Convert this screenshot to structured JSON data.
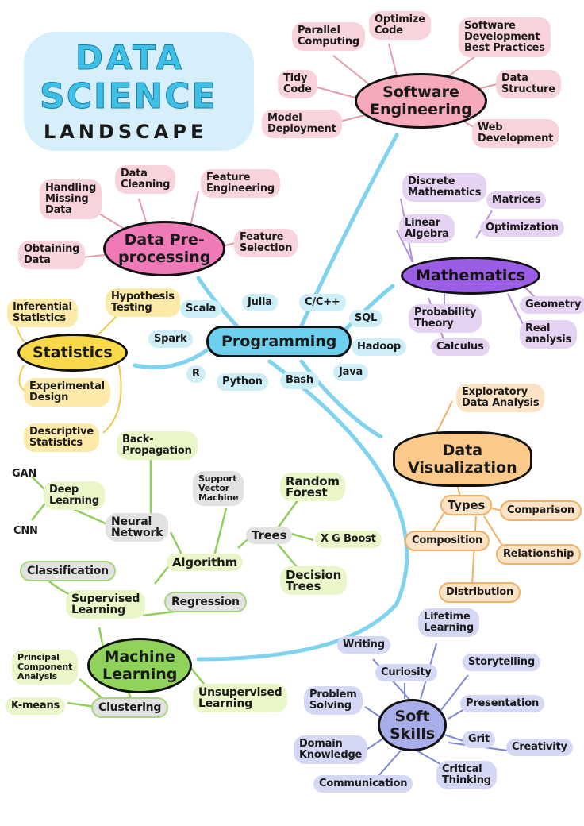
{
  "title": {
    "line1": "DATA",
    "line2": "SCIENCE",
    "line3": "LANDSCAPE"
  },
  "software": {
    "main": "Software\nEngineering",
    "items": [
      "Parallel\nComputing",
      "Optimize\nCode",
      "Software\nDevelopment\nBest Practices",
      "Tidy\nCode",
      "Data\nStructure",
      "Model\nDeployment",
      "Web\nDevelopment"
    ]
  },
  "prep": {
    "main": "Data Pre-\nprocessing",
    "items": [
      "Handling\nMissing\nData",
      "Data\nCleaning",
      "Feature\nEngineering",
      "Obtaining\nData",
      "Feature\nSelection"
    ]
  },
  "math": {
    "main": "Mathematics",
    "items": [
      "Discrete\nMathematics",
      "Matrices",
      "Linear\nAlgebra",
      "Optimization",
      "Probability\nTheory",
      "Geometry",
      "Calculus",
      "Real\nanalysis"
    ]
  },
  "stats": {
    "main": "Statistics",
    "items": [
      "Inferential\nStatistics",
      "Hypothesis\nTesting",
      "Experimental\nDesign",
      "Descriptive\nStatistics"
    ]
  },
  "prog": {
    "main": "Programming",
    "items": [
      "Scala",
      "Julia",
      "C/C++",
      "SQL",
      "Spark",
      "Hadoop",
      "R",
      "Python",
      "Bash",
      "Java"
    ]
  },
  "viz": {
    "main": "Data\nVisualization",
    "items": [
      "Exploratory\nData Analysis",
      "Types",
      "Comparison",
      "Composition",
      "Relationship",
      "Distribution"
    ]
  },
  "ml": {
    "main": "Machine\nLearning",
    "items": [
      "GAN",
      "Deep\nLearning",
      "CNN",
      "Back-\nPropagation",
      "Neural\nNetwork",
      "Support\nVector\nMachine",
      "Random\nForest",
      "Trees",
      "X G Boost",
      "Decision\nTrees",
      "Algorithm",
      "Classification",
      "Supervised\nLearning",
      "Regression",
      "Principal\nComponent\nAnalysis",
      "K-means",
      "Clustering",
      "Unsupervised\nLearning"
    ]
  },
  "soft": {
    "main": "Soft\nSkills",
    "items": [
      "Lifetime\nLearning",
      "Writing",
      "Curiosity",
      "Storytelling",
      "Problem\nSolving",
      "Presentation",
      "Grit",
      "Creativity",
      "Domain\nKnowledge",
      "Critical\nThinking",
      "Communication"
    ]
  }
}
